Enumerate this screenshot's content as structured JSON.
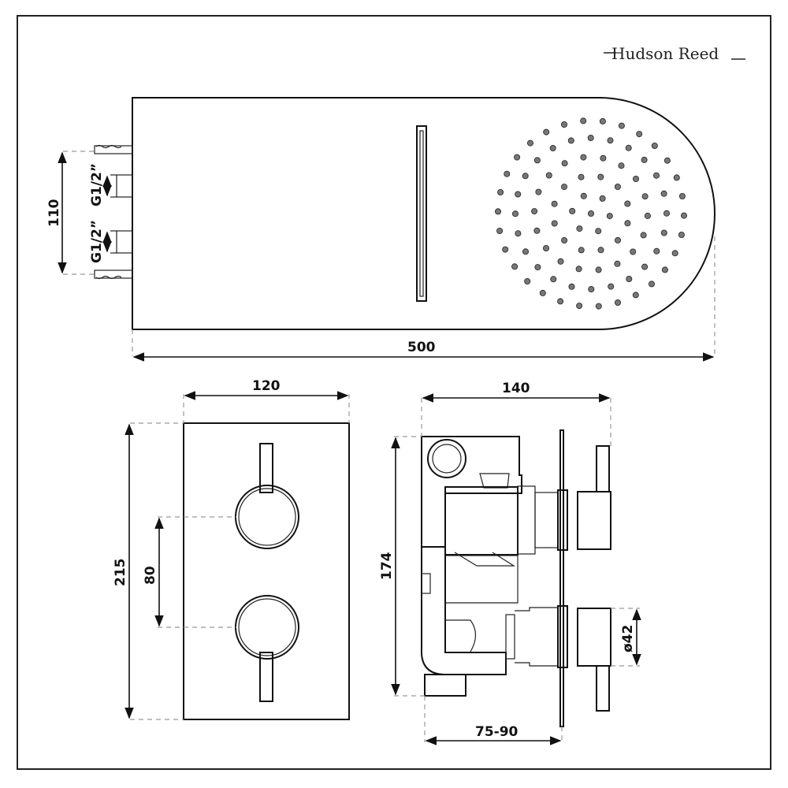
{
  "brand": {
    "name": "Hudson Reed"
  },
  "top_view": {
    "width_label": "500",
    "inlet_spacing_label": "110",
    "inlet_thread_labels": [
      "G1/2”",
      "G1/2”"
    ]
  },
  "front_view": {
    "width_label": "120",
    "height_label": "215",
    "knob_spacing_label": "80"
  },
  "side_view": {
    "width_label": "140",
    "height_label": "174",
    "depth_label": "75-90",
    "knob_diameter_label": "ø42"
  }
}
